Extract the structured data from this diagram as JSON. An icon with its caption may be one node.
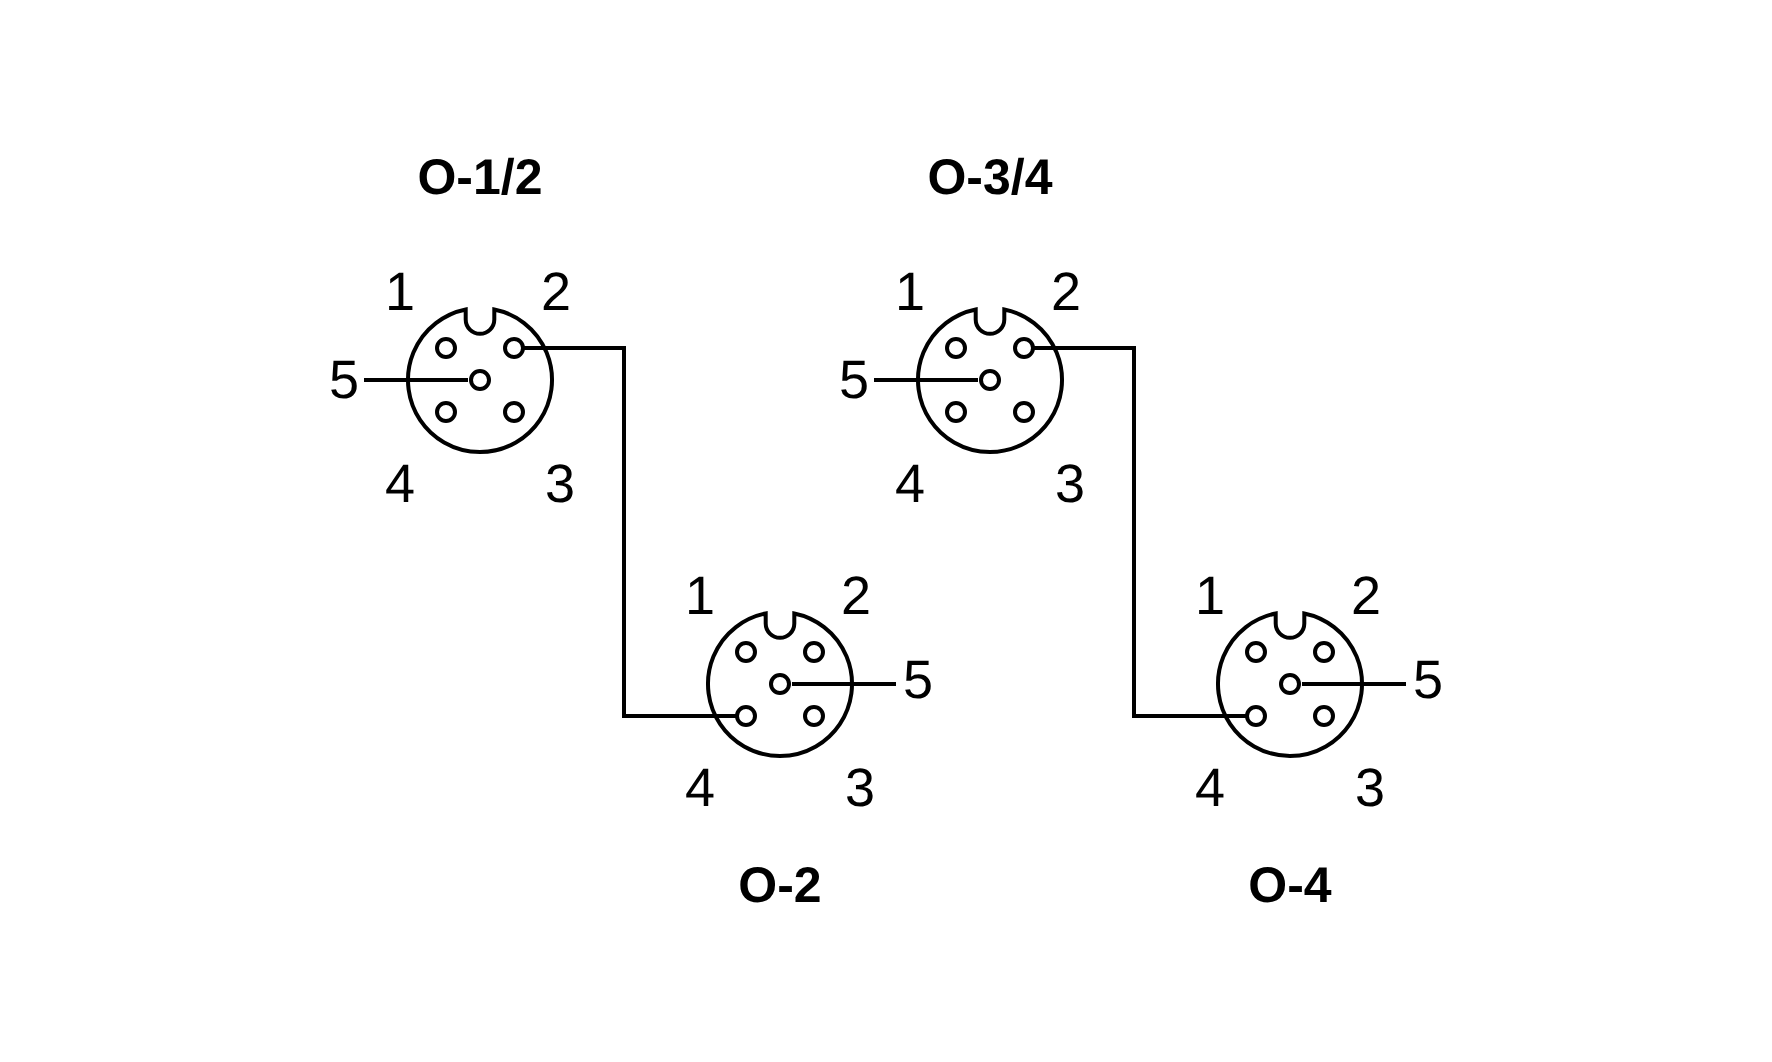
{
  "diagram": {
    "nodes": [
      {
        "text": [
          "O-1/2"
        ],
        "beside": [
          "1",
          "2",
          "5",
          "4",
          "3"
        ]
      },
      {
        "text": [],
        "shape": "circle",
        "in": 0
      },
      {
        "text": [
          "O-2"
        ],
        "beside": [
          "1",
          "2",
          "5",
          "4",
          "3"
        ]
      },
      {
        "text": [],
        "shape": "circle",
        "in": 2
      },
      {
        "text": [
          "O-3/4"
        ],
        "beside": [
          "1",
          "2",
          "5",
          "4",
          "3"
        ]
      },
      {
        "text": [],
        "shape": "circle",
        "in": 4
      },
      {
        "text": [
          "O-4"
        ],
        "beside": [
          "1",
          "2",
          "5",
          "4",
          "3"
        ]
      },
      {
        "text": [],
        "shape": "circle",
        "in": 6
      }
    ],
    "edges": [
      {
        "from": 1,
        "to": 3,
        "arrow": "none"
      },
      {
        "from": 5,
        "to": 7,
        "arrow": "none"
      }
    ]
  }
}
